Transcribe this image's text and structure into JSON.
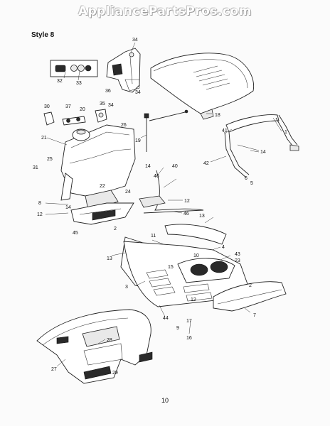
{
  "watermark": "AppliancePartsPros.com",
  "style_label": "Style 8",
  "page_number": "10",
  "callouts": [
    "34",
    "32",
    "33",
    "36",
    "34",
    "18",
    "30",
    "37",
    "20",
    "35",
    "34",
    "26",
    "1",
    "41",
    "21",
    "19",
    "14",
    "42",
    "25",
    "14",
    "5",
    "6",
    "31",
    "40",
    "46",
    "22",
    "24",
    "12",
    "8",
    "14",
    "12",
    "2",
    "46",
    "45",
    "13",
    "11",
    "4",
    "13",
    "43",
    "10",
    "23",
    "15",
    "2",
    "3",
    "12",
    "7",
    "44",
    "17",
    "9",
    "16",
    "28",
    "27",
    "29"
  ]
}
